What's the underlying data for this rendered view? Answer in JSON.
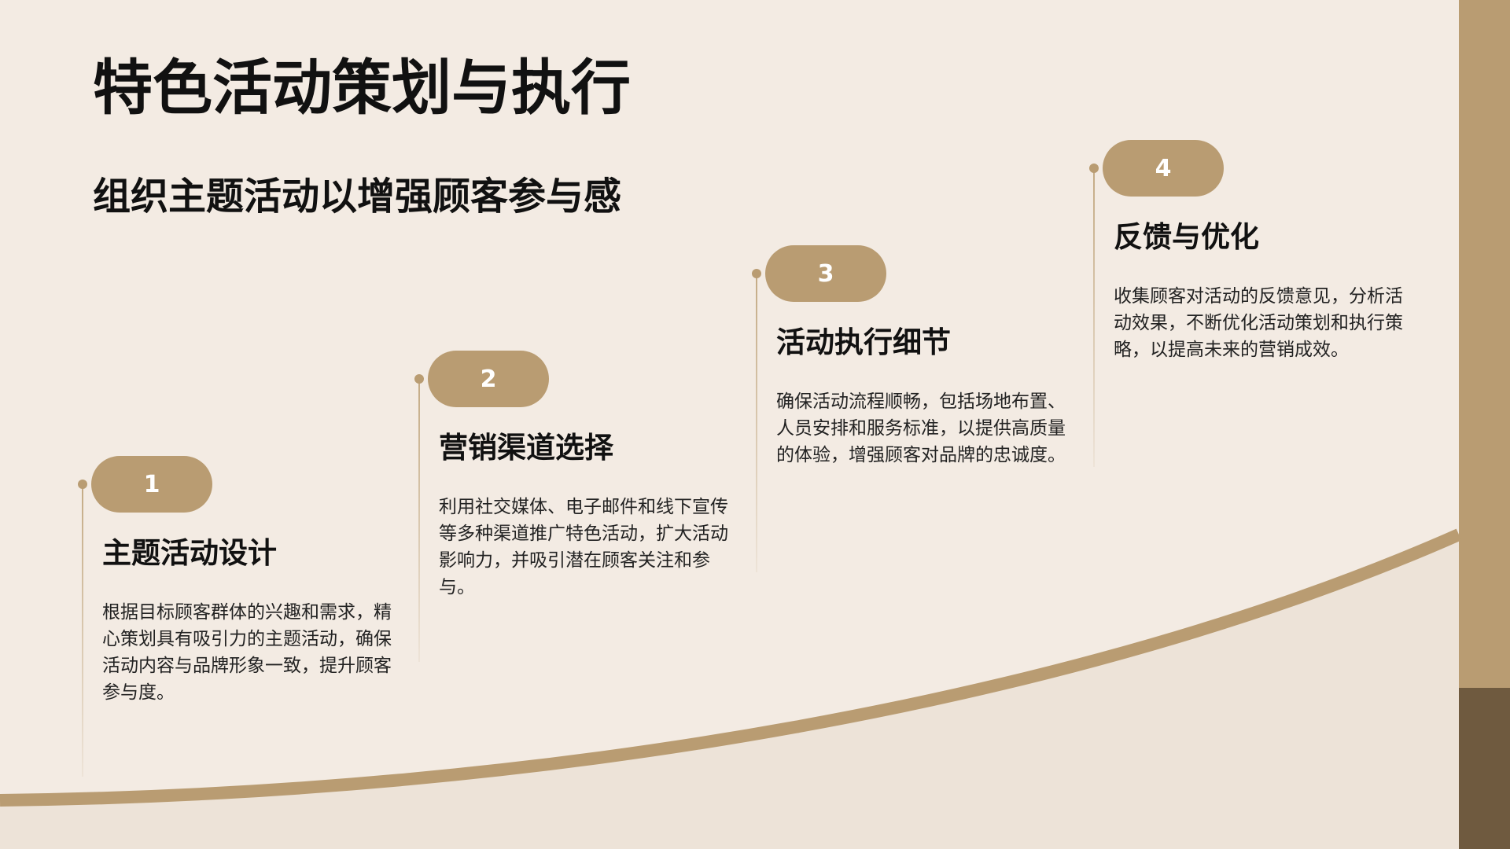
{
  "title": "特色活动策划与执行",
  "subtitle": "组织主题活动以增强顾客参与感",
  "steps": [
    {
      "number": "1",
      "title": "主题活动设计",
      "description": "根据目标顾客群体的兴趣和需求，精心策划具有吸引力的主题活动，确保活动内容与品牌形象一致，提升顾客参与度。"
    },
    {
      "number": "2",
      "title": "营销渠道选择",
      "description": "利用社交媒体、电子邮件和线下宣传等多种渠道推广特色活动，扩大活动影响力，并吸引潜在顾客关注和参与。"
    },
    {
      "number": "3",
      "title": "活动执行细节",
      "description": "确保活动流程顺畅，包括场地布置、人员安排和服务标准，以提供高质量的体验，增强顾客对品牌的忠诚度。"
    },
    {
      "number": "4",
      "title": "反馈与优化",
      "description": "收集顾客对活动的反馈意见，分析活动效果，不断优化活动策划和执行策略，以提高未来的营销成效。"
    }
  ],
  "colors": {
    "background": "#f3ebe3",
    "accent": "#b99c72",
    "accent_dark": "#6f5a3f",
    "text": "#111111"
  }
}
